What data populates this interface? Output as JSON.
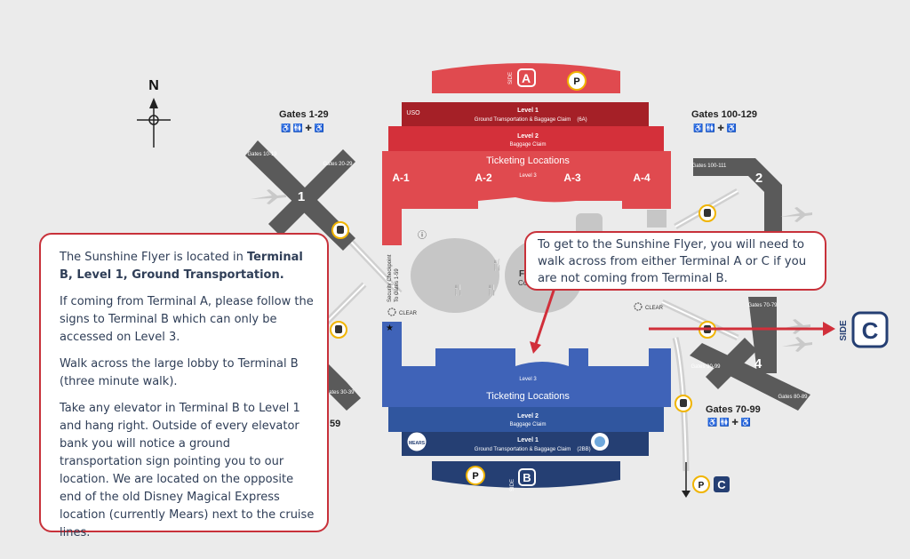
{
  "compass": {
    "label": "N"
  },
  "side_a": {
    "side_word": "SIDE",
    "letter": "A",
    "parking": "P"
  },
  "side_b": {
    "side_word": "SIDE",
    "letter": "B",
    "parking": "P"
  },
  "side_c": {
    "side_word": "SIDE",
    "letter": "C"
  },
  "bottom_exit": {
    "parking": "P",
    "letter": "C"
  },
  "terminal_a": {
    "level1": {
      "title": "Level 1",
      "subtitle": "Ground Transportation & Baggage Claim",
      "code": "(6A)",
      "uso": "USO"
    },
    "level2": {
      "title": "Level 2",
      "subtitle": "Baggage Claim"
    },
    "level3": {
      "ticketing": "Ticketing Locations",
      "level": "Level 3",
      "zones": [
        "A-1",
        "A-2",
        "A-3",
        "A-4"
      ]
    }
  },
  "terminal_b": {
    "level3": {
      "level": "Level 3",
      "ticketing": "Ticketing Locations"
    },
    "level2": {
      "title": "Level 2",
      "subtitle": "Baggage Claim"
    },
    "level1": {
      "title": "Level 1",
      "subtitle": "Ground Transportation & Baggage Claim",
      "code": "(2BB)",
      "mears": "MEARS"
    }
  },
  "security": {
    "line1": "Security Checkpoint",
    "line2": "To Gates 1-59"
  },
  "clear_left": "CLEAR",
  "clear_right": "CLEAR",
  "lobby_partial": {
    "f": "F",
    "co": "Co"
  },
  "airsides": {
    "one": {
      "number": "1",
      "title": "Gates 1-29",
      "gates_a": "Gates 10-19",
      "gates_b": "Gates 20-29"
    },
    "two": {
      "number": "2",
      "title": "Gates 100-129",
      "gates": "Gates 100-111"
    },
    "three": {
      "gates": "Gates 30-39",
      "partial_title": "59"
    },
    "four": {
      "number": "4",
      "title": "Gates 70-99",
      "gates_a": "Gates 70-79",
      "gates_b": "Gates 90-99",
      "gates_c": "Gates 80-89"
    }
  },
  "colors": {
    "red": "#e04a4f",
    "dark_red": "#b92830",
    "blue": "#3f63b8",
    "navy": "#253f73",
    "airside": "#5a5a5a"
  },
  "callout_left": {
    "p1_text": "The Sunshine Flyer is located in ",
    "p1_bold": "Terminal B, Level 1, Ground Transportation.",
    "p2": "If coming from Terminal A, please follow the signs to Terminal B which can only be accessed on Level 3.",
    "p3": "Walk across the large lobby to Terminal B (three minute walk).",
    "p4": "Take any elevator in Terminal B to Level 1 and hang right. Outside of every elevator bank you will notice a ground transportation sign pointing you to our location. We are located on the opposite end of the old Disney Magical Express location (currently Mears) next to the cruise lines."
  },
  "callout_right": {
    "text": "To get to the Sunshine Flyer, you will need to walk across from either Terminal A or C if you are not coming from Terminal B."
  }
}
